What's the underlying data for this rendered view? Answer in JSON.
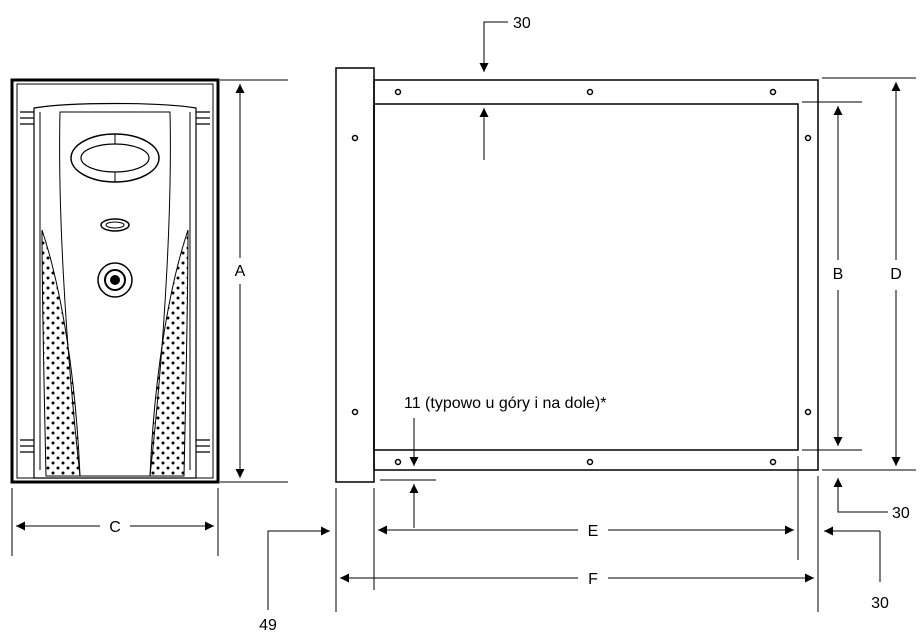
{
  "labels": {
    "A": "A",
    "B": "B",
    "C": "C",
    "D": "D",
    "E": "E",
    "F": "F",
    "top_gap": "30",
    "bottom_right_gap": "30",
    "right_gap": "30",
    "left_offset": "49",
    "flange_note": "11 (typowo u góry i na dole)*"
  }
}
